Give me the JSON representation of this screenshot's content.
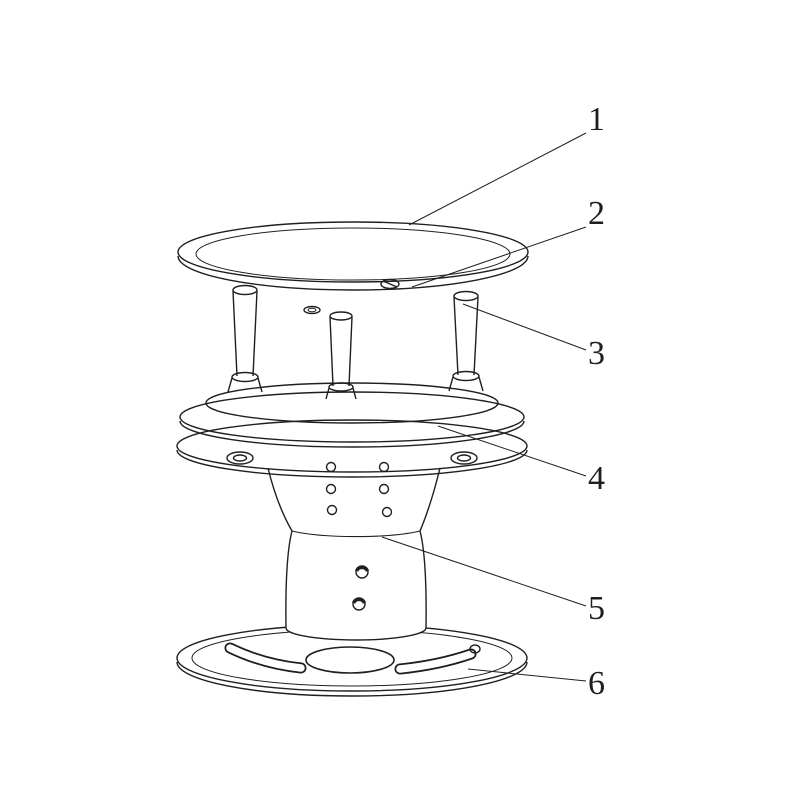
{
  "figure": {
    "callouts": [
      {
        "label": "1"
      },
      {
        "label": "2"
      },
      {
        "label": "3"
      },
      {
        "label": "4"
      },
      {
        "label": "5"
      },
      {
        "label": "6"
      }
    ]
  },
  "colors": {
    "line": "#1f1f1f",
    "background": "#ffffff"
  }
}
